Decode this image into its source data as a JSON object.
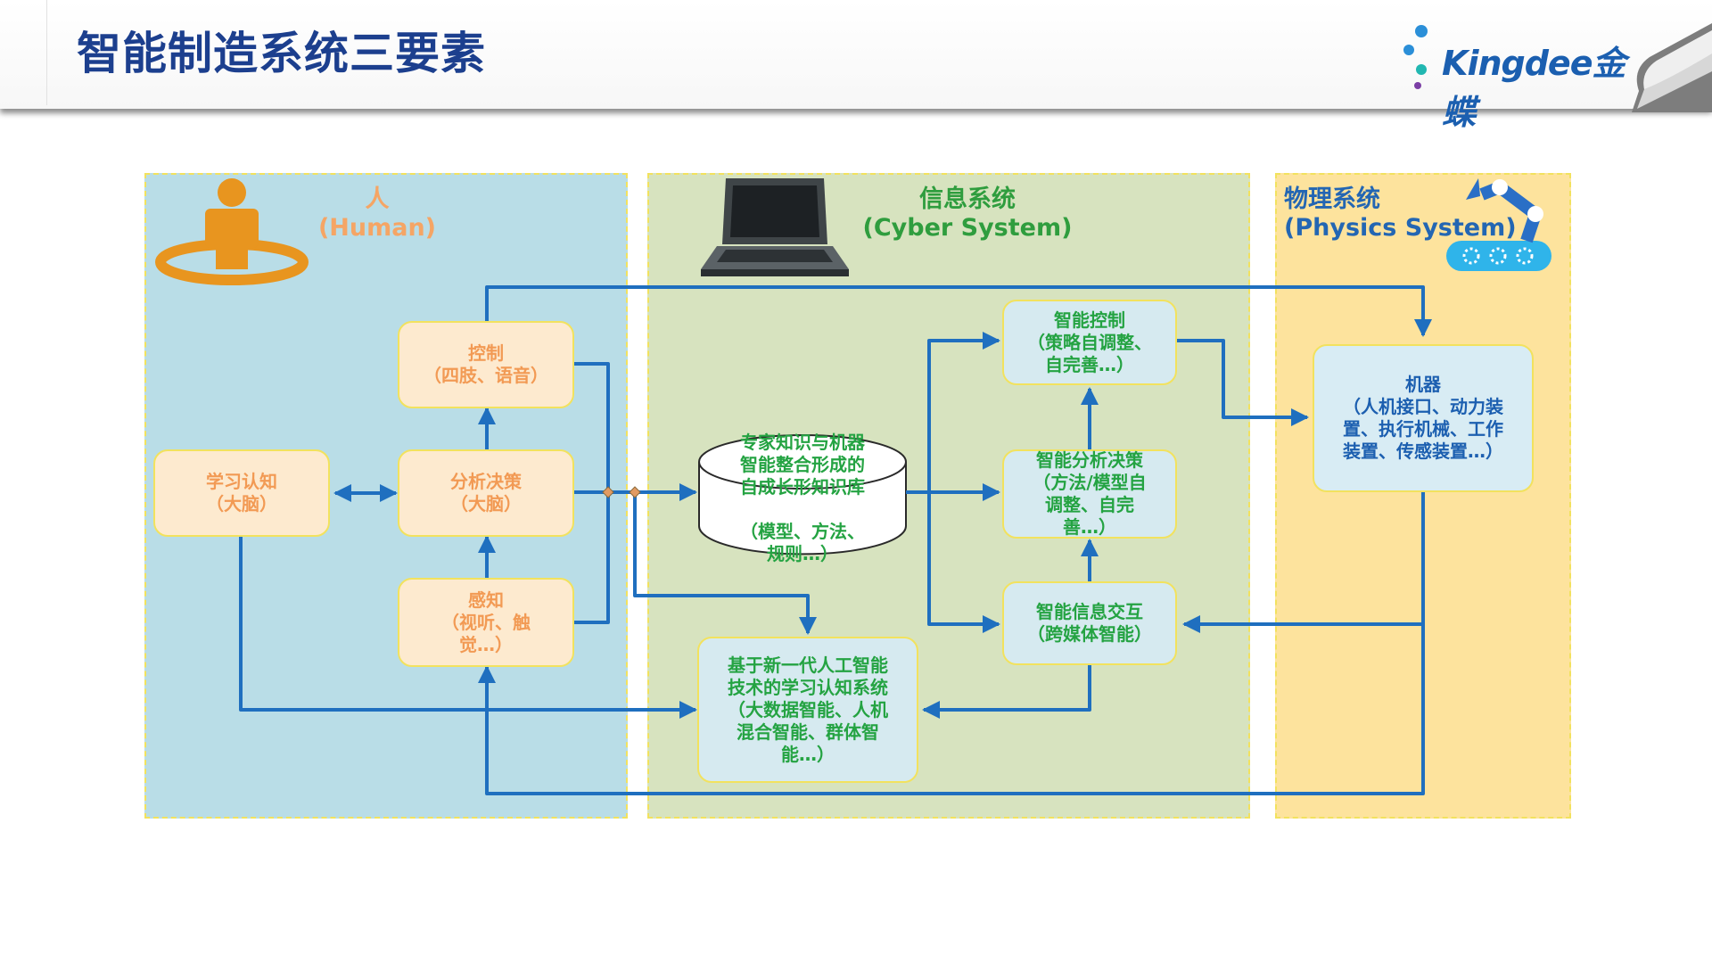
{
  "page": {
    "title": "智能制造系统三要素",
    "logo_text": "Kingdee金蝶"
  },
  "regions": {
    "human": {
      "title_cn": "人",
      "title_en": "(Human)"
    },
    "cyber": {
      "title_cn": "信息系统",
      "title_en": "(Cyber System)"
    },
    "physics": {
      "title_cn": "物理系统",
      "title_en": "(Physics System)"
    }
  },
  "nodes": {
    "control": {
      "line1": "控制",
      "line2": "（四肢、语音）"
    },
    "learning": {
      "line1": "学习认知",
      "line2": "（大脑）"
    },
    "analysis": {
      "line1": "分析决策",
      "line2": "（大脑）"
    },
    "perception": {
      "line1": "感知",
      "line2": "（视听、触",
      "line3": "觉…）"
    },
    "knowledge_base": {
      "line1": "专家知识与机器",
      "line2": "智能整合形成的",
      "line3": "自成长形知识库",
      "line4": "（模型、方法、",
      "line5": "规则…）"
    },
    "smart_control": {
      "line1": "智能控制",
      "line2": "（策略自调整、",
      "line3": "自完善…）"
    },
    "smart_analysis": {
      "line1": "智能分析决策",
      "line2": "（方法/模型自",
      "line3": "调整、自完",
      "line4": "善…）"
    },
    "smart_interaction": {
      "line1": "智能信息交互",
      "line2": "（跨媒体智能）"
    },
    "learning_system": {
      "line1": "基于新一代人工智能",
      "line2": "技术的学习认知系统",
      "line3": "（大数据智能、人机",
      "line4": "混合智能、群体智",
      "line5": "能…）"
    },
    "machine": {
      "line1": "机器",
      "line2": "（人机接口、动力装",
      "line3": "置、执行机械、工作",
      "line4": "装置、传感装置…）"
    }
  },
  "colors": {
    "arrow": "#1f6fbf",
    "human_bg": "#b9dde7",
    "cyber_bg": "#d7e3bf",
    "physics_bg": "#fde39d",
    "human_text": "#f29a54",
    "cyber_text": "#24a342",
    "physics_text": "#1c5fb0",
    "title": "#1c3f8e"
  },
  "icons": [
    "person-icon",
    "laptop-icon",
    "robot-arm-icon",
    "kingdee-logo-icon"
  ]
}
